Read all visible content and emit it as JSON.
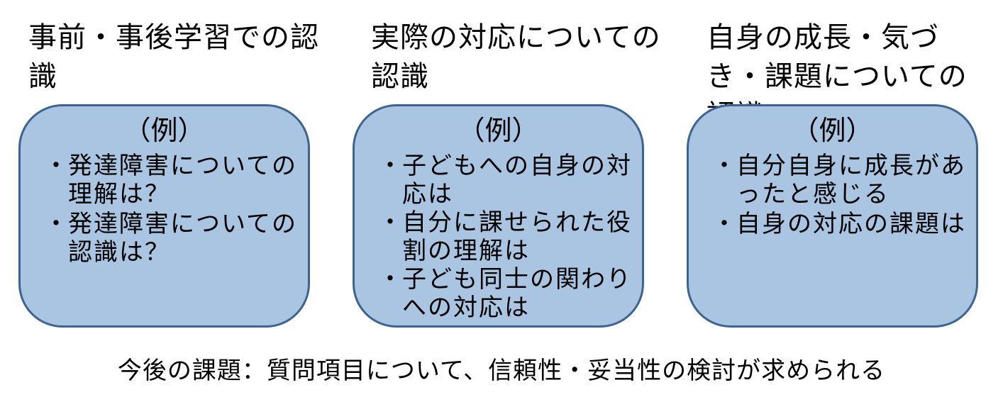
{
  "columns": [
    {
      "heading": "事前・事後学習での認識",
      "example_label": "（例）",
      "bullet": "・",
      "items": [
        "発達障害についての理解は？",
        "発達障害についての認識は？"
      ]
    },
    {
      "heading": "実際の対応についての認識",
      "example_label": "（例）",
      "bullet": "・",
      "items": [
        "子どもへの自身の対応は",
        "自分に課せられた役割の理解は",
        "子ども同士の関わりへの対応は"
      ]
    },
    {
      "heading": "自身の成長・気づき・課題についての認識",
      "example_label": "（例）",
      "bullet": "・",
      "items": [
        "自分自身に成長があったと感じる",
        "自身の対応の課題は"
      ]
    }
  ],
  "footer": "今後の課題：質問項目について、信頼性・妥当性の検討が求められる",
  "colors": {
    "box_fill": "#a9c5e1",
    "box_border": "#3d6490",
    "text": "#000000",
    "background": "#ffffff"
  }
}
